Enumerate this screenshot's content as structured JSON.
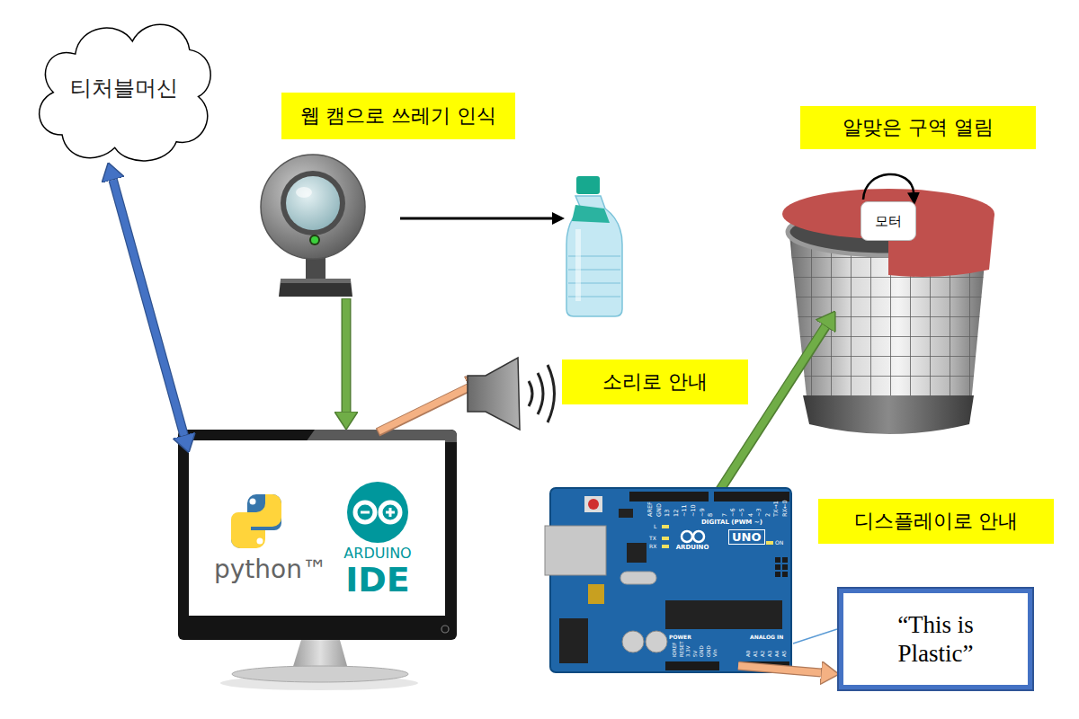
{
  "diagram": {
    "nodes": [
      {
        "text": [
          "티처블머신"
        ]
      },
      {
        "text": [
          "웹 캠으로 쓰레기 인식"
        ]
      },
      {
        "text": [
          "알맞은 구역 열림"
        ]
      },
      {
        "text": [
          "모터"
        ]
      },
      {
        "text": [
          "python™",
          "ARDUINO",
          "IDE"
        ]
      },
      {
        "text": [
          "소리로 안내"
        ]
      },
      {
        "text": [
          "DIGITAL (PWM ~)",
          "ARDUINO",
          "UNO",
          "POWER",
          "ANALOG IN"
        ]
      },
      {
        "text": [
          "디스플레이로 안내"
        ]
      },
      {
        "text": [
          "“This is Plastic”"
        ]
      }
    ],
    "edges": [
      {
        "from": 0,
        "to": 4,
        "arrow": "both"
      },
      {
        "from": 6,
        "to": 8,
        "arrow": "to"
      }
    ],
    "labels": [
      "AREF",
      "GND",
      "13",
      "12",
      "~11",
      "~10",
      "~9",
      "8",
      "7",
      "~6",
      "~5",
      "4",
      "~3",
      "2",
      "TX→1",
      "RX←0",
      "L",
      "TX",
      "RX",
      "ON",
      "IOREF",
      "RESET",
      "3.3V",
      "5V",
      "GND",
      "GND",
      "Vin",
      "A0",
      "A1",
      "A2",
      "A3",
      "A4",
      "A5"
    ]
  }
}
